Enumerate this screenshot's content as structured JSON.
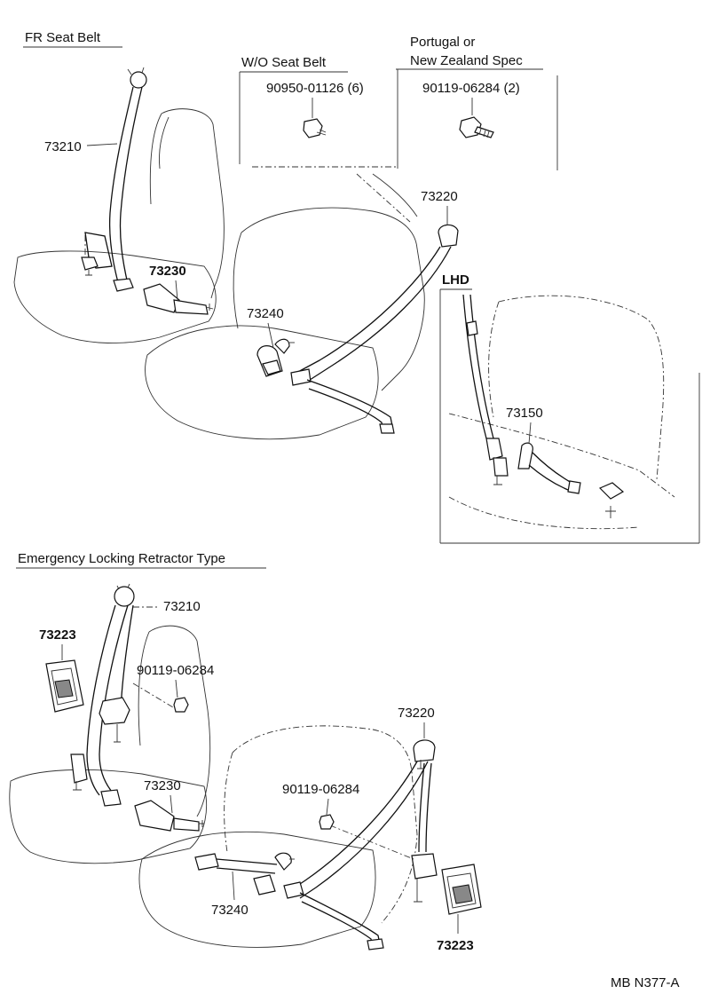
{
  "sections": {
    "fr_seat_belt": "FR Seat Belt",
    "wo_seat_belt": "W/O Seat Belt",
    "portugal_line1": "Portugal or",
    "portugal_line2": "New Zealand Spec",
    "lhd": "LHD",
    "elr_type": "Emergency Locking Retractor Type"
  },
  "parts_top": {
    "bolt_wo": "90950-01126 (6)",
    "bolt_pt": "90119-06284 (2)",
    "p73210": "73210",
    "p73230": "73230",
    "p73240": "73240",
    "p73220": "73220",
    "p73150": "73150"
  },
  "parts_bottom": {
    "p73210": "73210",
    "p73223_left": "73223",
    "bolt_left": "90119-06284",
    "p73230": "73230",
    "p73220": "73220",
    "bolt_right": "90119-06284",
    "p73240": "73240",
    "p73223_right": "73223"
  },
  "figure_code": "MB N377-A",
  "colors": {
    "ink": "#111111",
    "background": "#ffffff"
  }
}
